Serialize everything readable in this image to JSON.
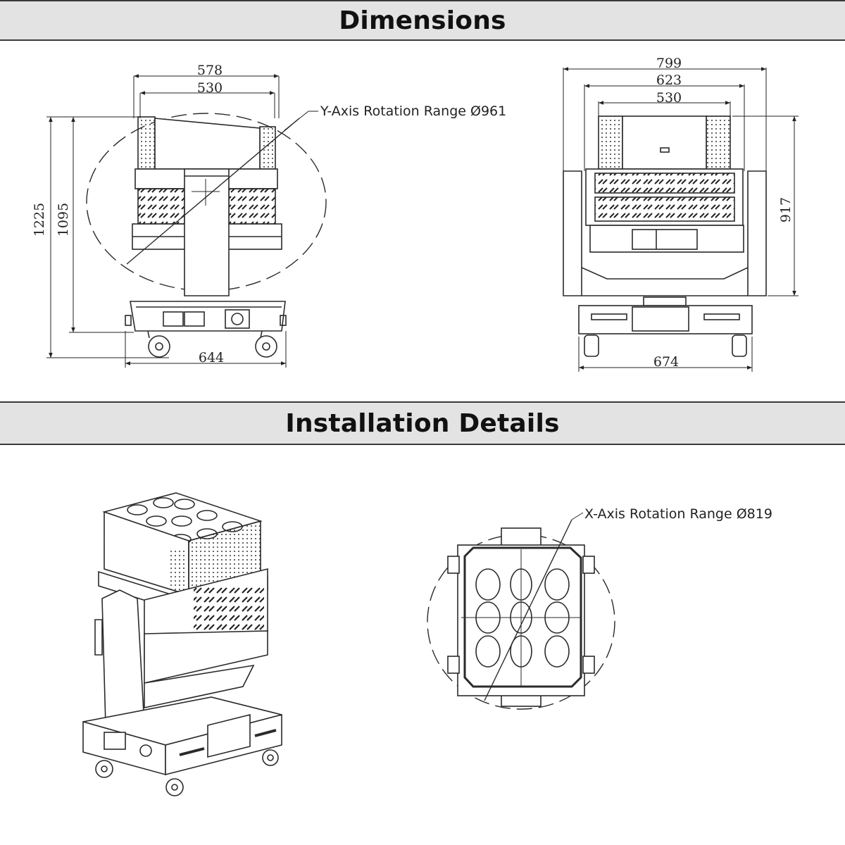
{
  "sections": {
    "dimensions_title": "Dimensions",
    "installation_title": "Installation Details"
  },
  "side_view": {
    "dim_top_outer": "578",
    "dim_top_inner": "530",
    "dim_height_total": "1225",
    "dim_height_body": "1095",
    "dim_base_width": "644",
    "rotation_label": "Y-Axis Rotation Range Ø961"
  },
  "front_view": {
    "dim_top_outer": "799",
    "dim_top_mid": "623",
    "dim_top_inner": "530",
    "dim_height": "917",
    "dim_base_width": "674"
  },
  "top_view": {
    "rotation_label": "X-Axis Rotation Range Ø819"
  },
  "colors": {
    "line": "#2a2a2a",
    "band": "#e3e3e3"
  }
}
